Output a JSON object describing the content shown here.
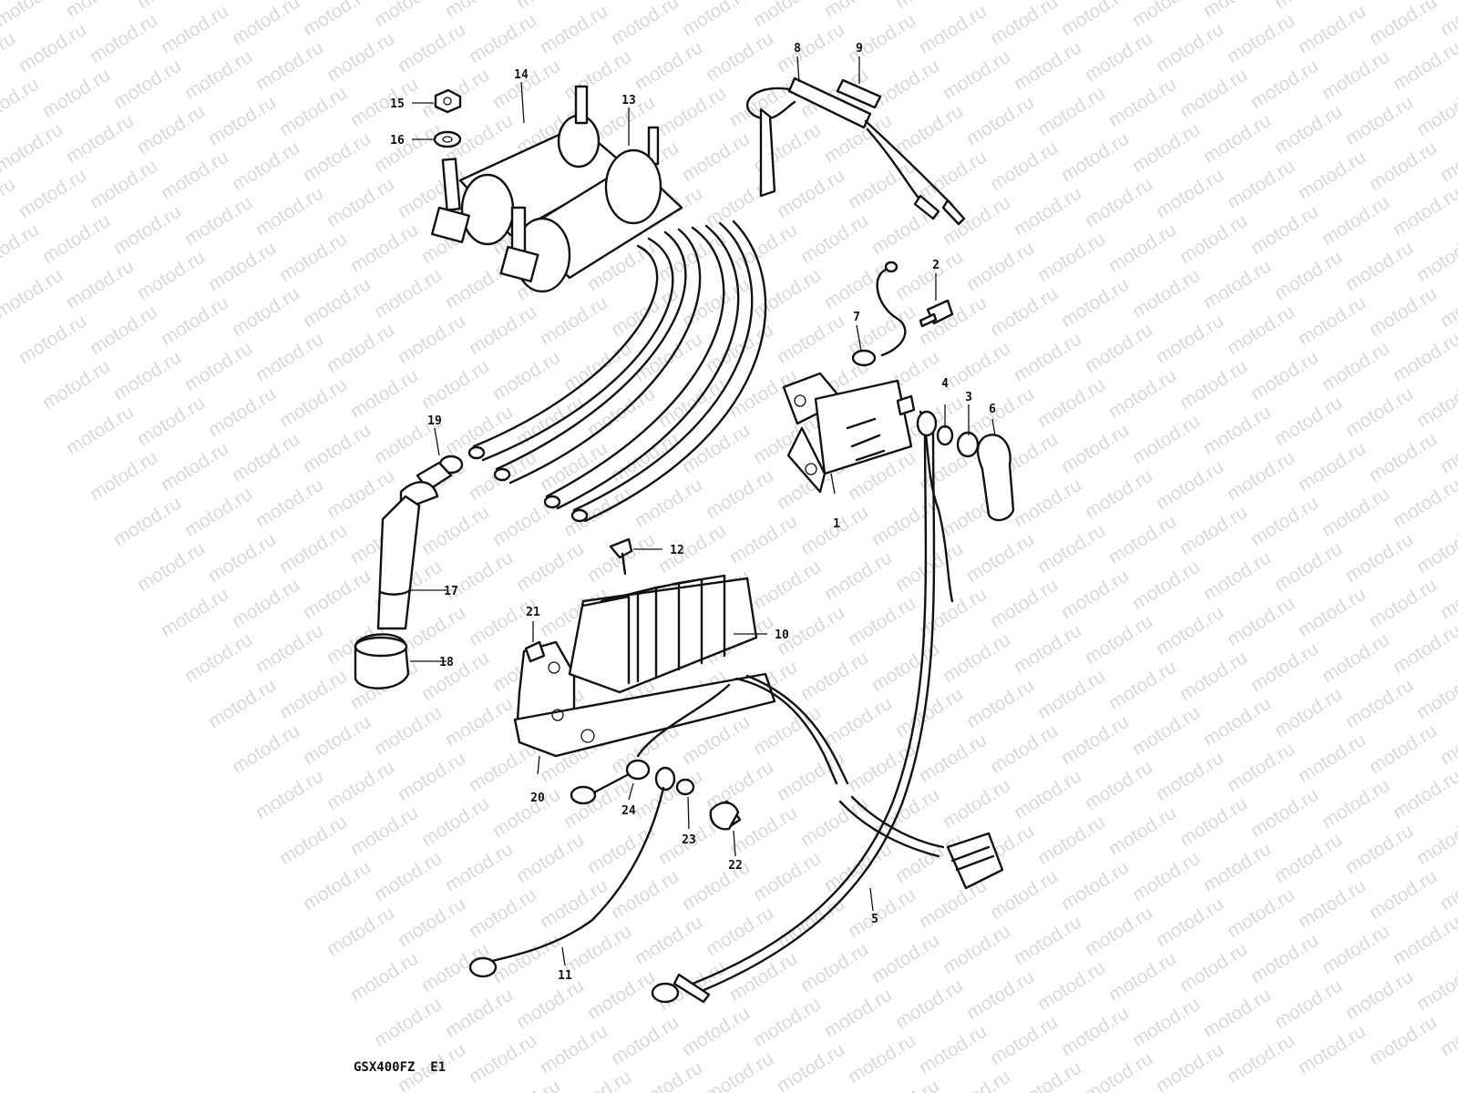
{
  "watermark": "motod.ru",
  "caption": "GSX400FZ  E1",
  "callouts": [
    "1",
    "2",
    "3",
    "4",
    "5",
    "6",
    "7",
    "8",
    "9",
    "10",
    "11",
    "12",
    "13",
    "14",
    "15",
    "16",
    "17",
    "18",
    "19",
    "20",
    "21",
    "22",
    "23",
    "24"
  ],
  "colors": {
    "ink": "#111111",
    "watermark": "#d9d9d9",
    "background": "#ffffff"
  }
}
